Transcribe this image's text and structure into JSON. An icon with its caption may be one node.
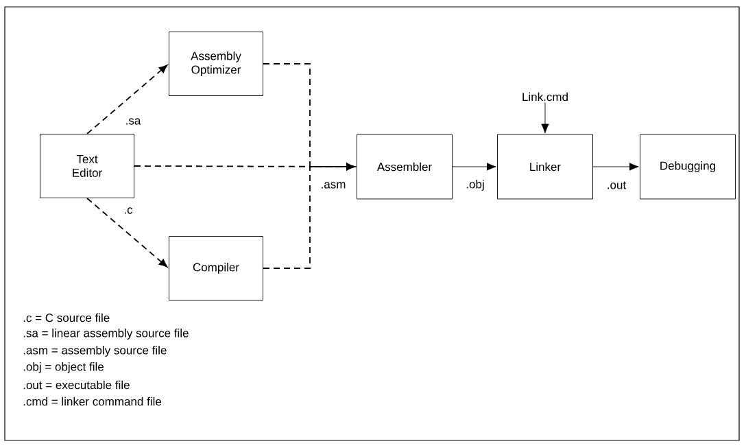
{
  "diagram": {
    "nodes": [
      {
        "text": [
          "Text Editor"
        ]
      },
      {
        "text": [
          "Assembly Optimizer"
        ]
      },
      {
        "text": [
          "Compiler"
        ]
      },
      {
        "text": [
          "Assembler"
        ]
      },
      {
        "text": [
          "Linker"
        ]
      },
      {
        "text": [
          "Debugging"
        ]
      },
      {
        "text": [
          "Link.cmd"
        ]
      }
    ],
    "edges": [
      {
        "from": 0,
        "to": 1,
        "arrow": "to",
        "style": "dashed",
        "label": ".sa"
      },
      {
        "from": 0,
        "to": 2,
        "arrow": "to",
        "style": "dashed",
        "label": ".c"
      },
      {
        "from": 0,
        "to": 3,
        "arrow": "to",
        "style": "dashed",
        "label": ".asm"
      },
      {
        "from": 1,
        "to": 3,
        "arrow": "to",
        "style": "dashed"
      },
      {
        "from": 2,
        "to": 3,
        "arrow": "to",
        "style": "dashed"
      },
      {
        "from": 3,
        "to": 4,
        "arrow": "to",
        "label": ".obj"
      },
      {
        "from": 4,
        "to": 5,
        "arrow": "to",
        "label": ".out"
      },
      {
        "from": 6,
        "to": 4,
        "arrow": "to"
      }
    ],
    "labels": [
      ".c = C source file",
      ".sa = linear assembly source file",
      ".asm = assembly source file",
      ".obj = object file",
      ".out = executable file",
      ".cmd = linker command file"
    ]
  }
}
